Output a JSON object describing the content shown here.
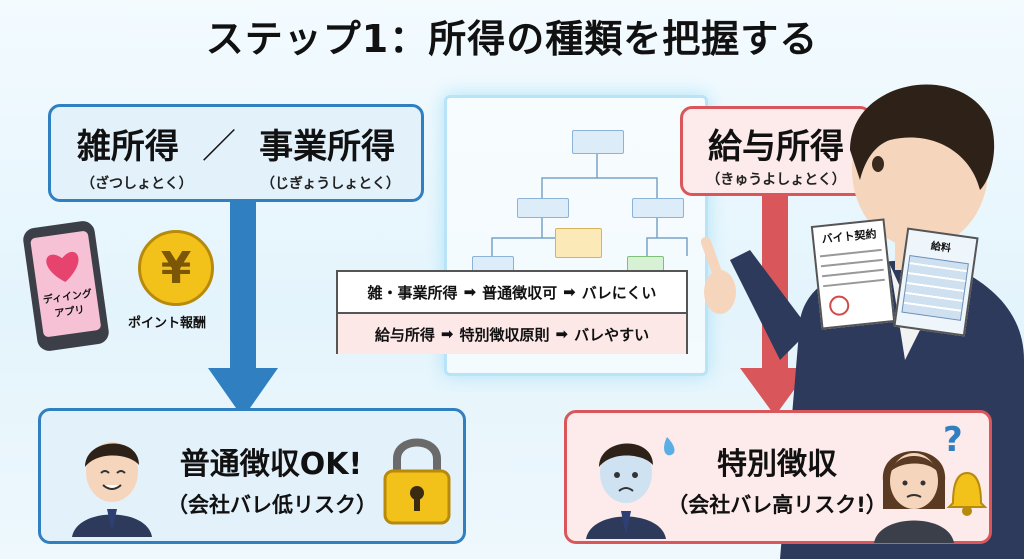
{
  "title": "ステップ1：所得の種類を把握する",
  "left_box": {
    "title_a": "雑所得",
    "separator": "／",
    "title_b": "事業所得",
    "reading_a": "（ざつしょとく）",
    "reading_b": "（じぎょうしょとく）"
  },
  "right_box": {
    "title": "給与所得",
    "reading": "（きゅうよしょとく）"
  },
  "phone_label": "ディイング\nアプリ",
  "phone_label_line1": "ディイング",
  "phone_label_line2": "アプリ",
  "coin_symbol": "¥",
  "coin_label": "ポイント報酬",
  "table": {
    "row1": {
      "cat": "雑・事業所得",
      "arrow1": "➡",
      "method": "普通徴収可",
      "arrow2": "➡",
      "result": "バレにくい"
    },
    "row2": {
      "cat": "給与所得",
      "arrow1": "➡",
      "method": "特別徴収原則",
      "arrow2": "➡",
      "result": "バレやすい"
    }
  },
  "doc_contract": "バイト契約",
  "doc_payslip": "給料",
  "bottom_left": {
    "main": "普通徴収OK!",
    "sub": "（会社バレ低リスク）"
  },
  "bottom_right": {
    "main": "特別徴収",
    "sub": "（会社バレ高リスク!）"
  },
  "colors": {
    "blue": "#2f7fc1",
    "red": "#d9575a",
    "gold": "#f2c21b"
  },
  "icons": [
    "smartphone-icon",
    "heart-icon",
    "yen-coin-icon",
    "lock-icon",
    "bell-icon",
    "question-icon",
    "sweat-icon"
  ]
}
